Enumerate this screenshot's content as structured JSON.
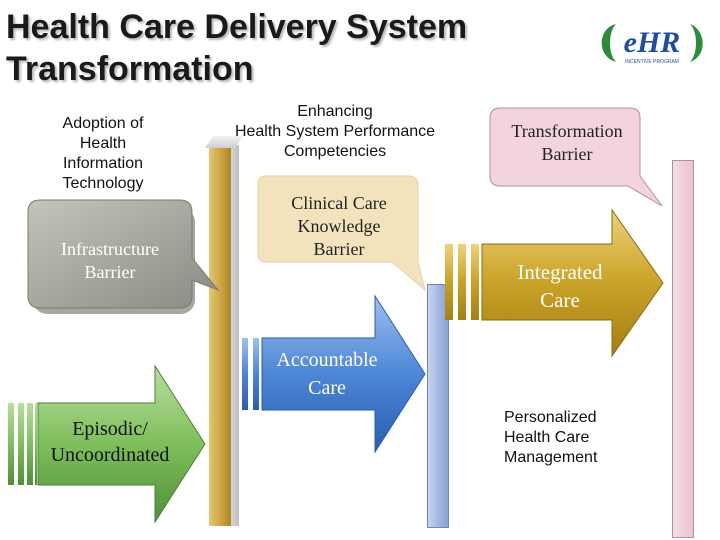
{
  "title_line1": "Health Care Delivery System",
  "title_line2": "Transformation",
  "logo": {
    "text": "eHR",
    "subtext": "INCENTIVE PROGRAM",
    "colors": {
      "green": "#2e8b3a",
      "blue": "#1f4e9e"
    }
  },
  "labels": {
    "adoption": [
      "Adoption of",
      "Health",
      "Information",
      "Technology"
    ],
    "enhancing": [
      "Enhancing",
      "Health System Performance",
      "Competencies"
    ],
    "personalized": [
      "Personalized",
      "Health Care",
      "Management"
    ]
  },
  "callouts": {
    "infrastructure": [
      "Infrastructure",
      "Barrier"
    ],
    "clinical": [
      "Clinical Care",
      "Knowledge",
      "Barrier"
    ],
    "transformation": [
      "Transformation",
      "Barrier"
    ]
  },
  "arrows": {
    "episodic": [
      "Episodic/",
      "Uncoordinated"
    ],
    "accountable": [
      "Accountable",
      "Care"
    ],
    "integrated": [
      "Integrated",
      "Care"
    ]
  },
  "colors": {
    "green_arrow": "#6aa84f",
    "blue_arrow": "#3d74c8",
    "gold_arrow": "#c9a227",
    "gray_callout": "#9d9d94",
    "beige_callout": "#f2e3bd",
    "pink_callout": "#f3d3dd"
  }
}
